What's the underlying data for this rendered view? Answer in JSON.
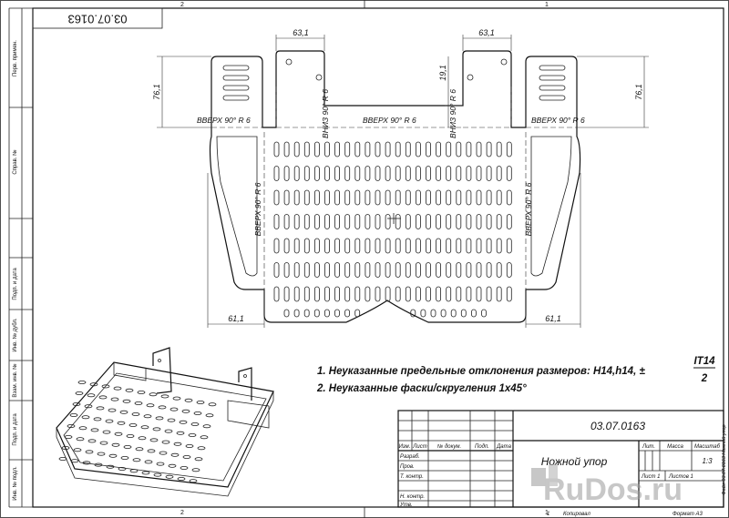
{
  "doc_number_top": "03.07.0163",
  "zone_numbers": {
    "top_left": "2",
    "top_right": "1",
    "bottom_left": "2",
    "bottom_right": "1"
  },
  "side_labels": {
    "perv_primen": "Перв. примен.",
    "sprav_no": "Справ. №",
    "podp_data_1": "Подп. и дата",
    "inv_dubl": "Инв. № дубл.",
    "vzam_inv": "Взам. инв. №",
    "podp_data_2": "Подп. и дата",
    "inv_podl": "Инв. № подл."
  },
  "dimensions": {
    "width_tab_left": "63,1",
    "width_tab_right": "63,1",
    "height_left": "76,1",
    "height_right": "76,1",
    "height_mid": "19,1",
    "side_left": "61,1",
    "side_right": "61,1"
  },
  "bend_notes": {
    "up_left_top": "ВВЕРХ  90°  R 6",
    "up_mid_top": "ВВЕРХ  90°  R 6",
    "up_right_top": "ВВЕРХ  90°  R 6",
    "down_left": "ВНИЗ  90°  R 6",
    "down_right": "ВНИЗ  90°  R 6",
    "up_side_left": "ВВЕРХ  90°  R 6",
    "up_side_right": "ВВЕРХ  90°  R 6"
  },
  "notes": {
    "note1_text": "1. Неуказанные предельные отклонения размеров: H14,h14, ±",
    "note1_num": "IT14",
    "note1_den": "2",
    "note2": "2. Неуказанные фаски/скругления 1x45°"
  },
  "title_block": {
    "designation": "03.07.0163",
    "name": "Ножной упор",
    "col_headers": [
      "Изм.",
      "Лист",
      "№ докум.",
      "Подп.",
      "Дата"
    ],
    "row_labels": [
      "Разраб.",
      "Пров.",
      "Т. контр.",
      "",
      "Н. контр.",
      "Утв."
    ],
    "lit_label": "Лит.",
    "mass_label": "Масса",
    "scale_label": "Масштаб",
    "scale_value": "1:3",
    "sheet_label": "Лист 1",
    "sheets_label": "Листов 1",
    "kopiroval": "Копировал",
    "format": "Формат А3",
    "copy_num": "1",
    "file_note": "Файл 03.07.0163 Ножной упор"
  },
  "watermark": "RuDos.ru"
}
